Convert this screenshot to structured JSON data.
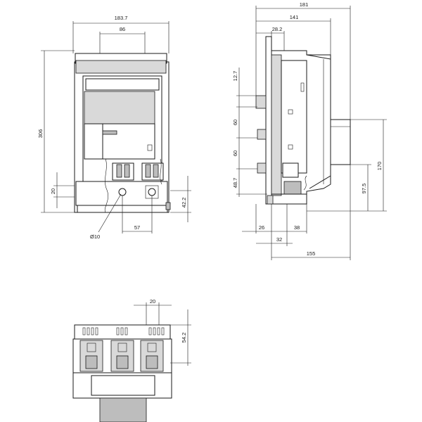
{
  "dimensions": {
    "front_width": "183.7",
    "front_spacing": "86",
    "front_height": "306",
    "front_base": "20",
    "front_terminal_height": "42.2",
    "front_pitch": "57",
    "front_hole": "Ø10",
    "side_total_depth": "181",
    "side_depth": "141",
    "side_top_offset": "28.2",
    "side_v1": "12.7",
    "side_v2": "60",
    "side_v3": "60",
    "side_v4": "48.7",
    "side_handle_height": "170",
    "side_handle_low": "97.5",
    "side_b1": "26",
    "side_b2": "38",
    "side_b3": "32",
    "side_b4": "155",
    "bottom_spacing": "20",
    "bottom_height": "54.2"
  }
}
